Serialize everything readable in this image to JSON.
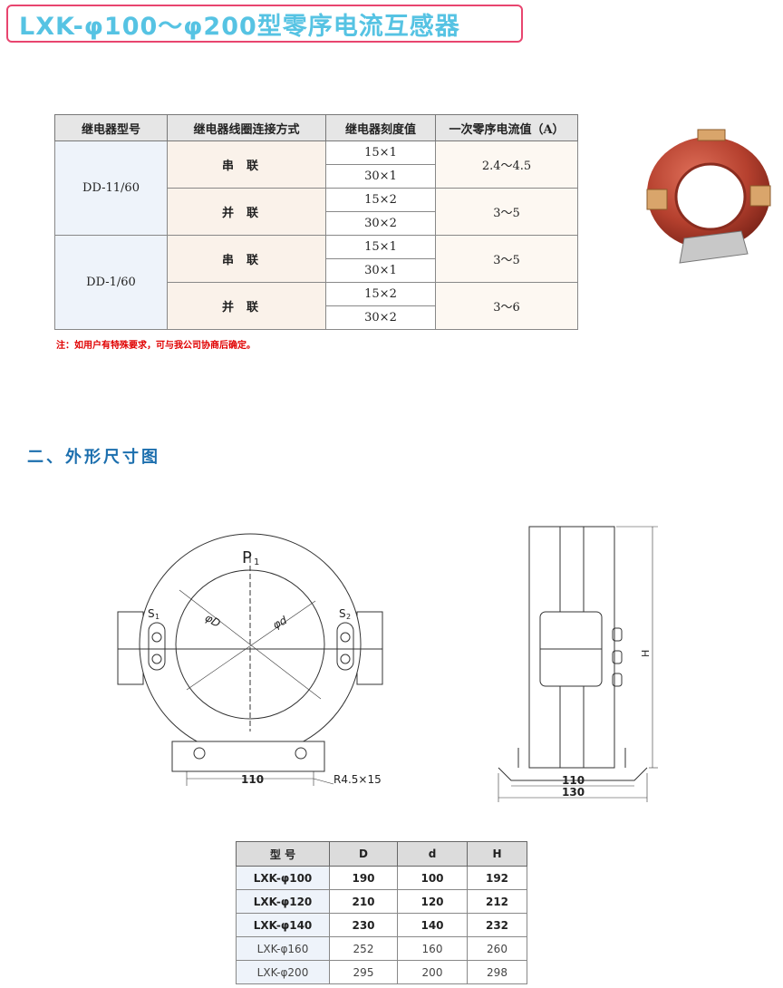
{
  "title": "LXK-φ100～φ200型零序电流互感器",
  "relay_table": {
    "headers": [
      "继电器型号",
      "继电器线圈连接方式",
      "继电器刻度值",
      "一次零序电流值（A）"
    ],
    "models": [
      "DD-11/60",
      "DD-1/60"
    ],
    "conn": [
      "串联",
      "并联",
      "串联",
      "并联"
    ],
    "scale": [
      "15×1",
      "30×1",
      "15×2",
      "30×2",
      "15×1",
      "30×1",
      "15×2",
      "30×2"
    ],
    "current": [
      "2.4～4.5",
      "3～5",
      "3～5",
      "3～6"
    ]
  },
  "note": "注：如用户有特殊要求，可与我公司协商后确定。",
  "section_title": "二、外形尺寸图",
  "drawing_front": {
    "p1": "P",
    "p1_sub": "1",
    "s1": "S",
    "s1_sub": "1",
    "s2": "S",
    "s2_sub": "2",
    "phiD": "φD",
    "phid": "φd",
    "dim110": "110",
    "r_label": "R4.5×15"
  },
  "drawing_side": {
    "H": "H",
    "dim110": "110",
    "dim130": "130"
  },
  "dim_table": {
    "headers": [
      "型  号",
      "D",
      "d",
      "H"
    ],
    "rows": [
      [
        "LXK-φ100",
        "190",
        "100",
        "192"
      ],
      [
        "LXK-φ120",
        "210",
        "120",
        "212"
      ],
      [
        "LXK-φ140",
        "230",
        "140",
        "232"
      ],
      [
        "LXK-φ160",
        "252",
        "160",
        "260"
      ],
      [
        "LXK-φ200",
        "295",
        "200",
        "298"
      ]
    ]
  },
  "colors": {
    "title_text": "#56c3e3",
    "title_border": "#e8456f",
    "section": "#1c6fae",
    "note": "#e00000",
    "product_red": "#b5402e"
  }
}
